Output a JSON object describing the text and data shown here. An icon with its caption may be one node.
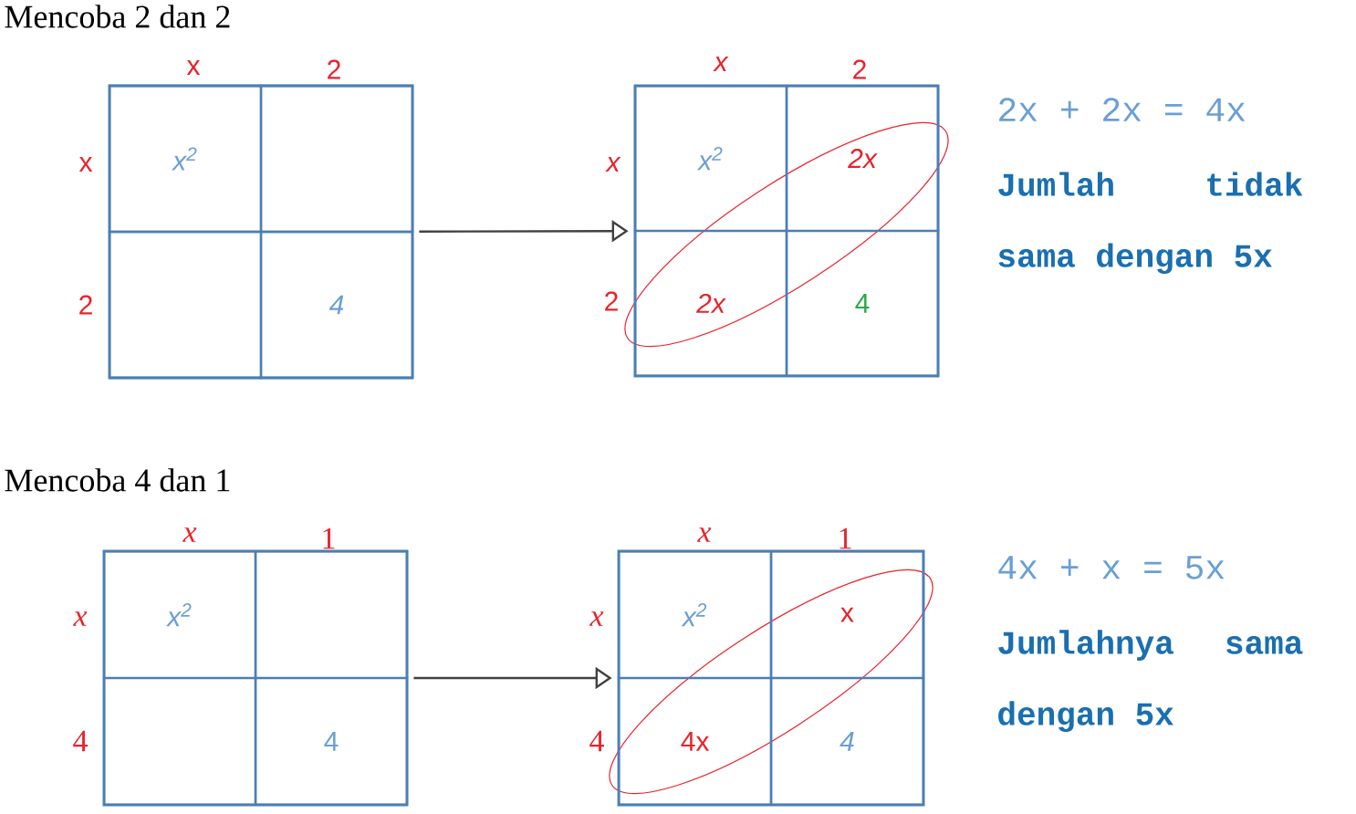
{
  "diagram": {
    "nodes": [
      {
        "text": [],
        "shape": "box"
      },
      {
        "text": [
          "x$^{2}$"
        ],
        "in": 0
      },
      {
        "text": [],
        "shape": "box",
        "in": 0
      },
      {
        "text": [],
        "shape": "box",
        "in": 0
      },
      {
        "text": [
          "4"
        ],
        "in": 0
      },
      {
        "text": [],
        "shape": "box"
      },
      {
        "text": [
          "x$^{2}$"
        ],
        "in": 5
      },
      {
        "text": [
          "2x"
        ],
        "in": 5
      },
      {
        "text": [
          "2x"
        ],
        "in": 5
      },
      {
        "text": [
          "4"
        ],
        "in": 5
      },
      {
        "text": [],
        "shape": "box"
      },
      {
        "text": [
          "x$^{2}$"
        ],
        "in": 10
      },
      {
        "text": [],
        "shape": "box",
        "in": 10
      },
      {
        "text": [],
        "shape": "box",
        "in": 10
      },
      {
        "text": [
          "4"
        ],
        "in": 10
      },
      {
        "text": [],
        "shape": "box"
      },
      {
        "text": [
          "x$^{2}$"
        ],
        "in": 15
      },
      {
        "text": [
          "x"
        ],
        "in": 15
      },
      {
        "text": [
          "4x"
        ],
        "in": 15
      },
      {
        "text": [
          "4"
        ],
        "in": 15
      }
    ],
    "edges": [
      {
        "from": 0,
        "to": 5,
        "arrow": "to"
      },
      {
        "from": 10,
        "to": 15,
        "arrow": "to"
      }
    ],
    "labels": [
      "Mencoba 2 dan 2",
      "x",
      "2",
      "x",
      "2",
      "x",
      "2",
      "x",
      "2",
      "2x + 2x = 4x",
      "Jumlah tidak sama dengan 5x",
      "Mencoba 4 dan 1",
      "x",
      "1",
      "x",
      "4",
      "x",
      "1",
      "x",
      "4",
      "4x + x = 5x",
      "Jumlahnya sama dengan 5x"
    ]
  }
}
